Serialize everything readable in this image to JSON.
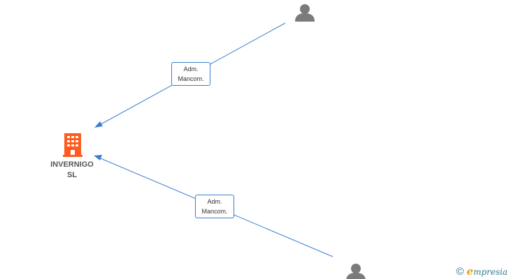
{
  "company": {
    "name_line1": "INVERNIGO",
    "name_line2": "SL",
    "icon": "building-icon",
    "color": "#ff5a1f"
  },
  "persons": [
    {
      "icon": "person-icon",
      "color": "#7b7b7b"
    },
    {
      "icon": "person-icon",
      "color": "#7b7b7b"
    }
  ],
  "edges": [
    {
      "from": "person-top",
      "to": "company",
      "label_line1": "Adm.",
      "label_line2": "Mancom."
    },
    {
      "from": "person-bottom",
      "to": "company",
      "label_line1": "Adm.",
      "label_line2": "Mancom."
    }
  ],
  "colors": {
    "edge": "#3a7fcf",
    "watermark": "#2d7a8c",
    "watermark_accent": "#e8a317"
  },
  "watermark": {
    "symbol": "©",
    "brand_initial": "e",
    "brand_rest": "mpresia"
  }
}
